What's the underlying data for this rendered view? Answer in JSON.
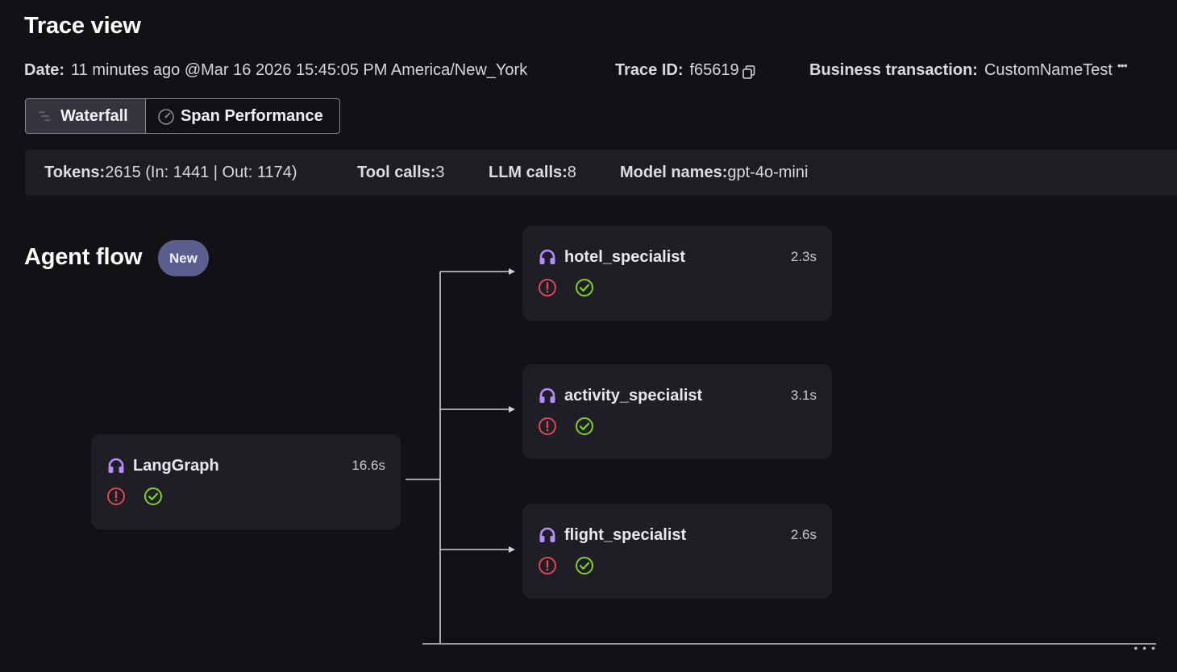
{
  "header": {
    "title": "Trace view"
  },
  "meta": {
    "date_label": "Date:",
    "date_value": "11 minutes ago @Mar 16 2026 15:45:05 PM America/New_York",
    "trace_label": "Trace ID:",
    "trace_value": "f65619",
    "business_label": "Business transaction:",
    "business_value": "CustomNameTest"
  },
  "tabs": [
    {
      "label": "Waterfall",
      "active": true,
      "icon": "waterfall-icon"
    },
    {
      "label": "Span Performance",
      "active": false,
      "icon": "gauge-icon"
    }
  ],
  "stats": {
    "tokens_label": "Tokens:",
    "tokens_value": "2615 (In: 1441 | Out: 1174)",
    "tool_calls_label": "Tool calls:",
    "tool_calls_value": "3",
    "llm_calls_label": "LLM calls:",
    "llm_calls_value": "8",
    "model_label": "Model names:",
    "model_value": "gpt-4o-mini"
  },
  "agent_flow": {
    "title": "Agent flow",
    "badge": "New",
    "nodes": [
      {
        "name": "LangGraph",
        "duration": "16.6s",
        "icon": "agent-headset-icon"
      },
      {
        "name": "hotel_specialist",
        "duration": "2.3s",
        "icon": "agent-headset-icon"
      },
      {
        "name": "activity_specialist",
        "duration": "3.1s",
        "icon": "agent-headset-icon"
      },
      {
        "name": "flight_specialist",
        "duration": "2.6s",
        "icon": "agent-headset-icon"
      }
    ]
  },
  "colors": {
    "background": "#121216",
    "node_bg": "#1e1e24",
    "error": "#e0455f",
    "ok": "#7ed321",
    "agent_icon": "#b48cff",
    "badge": "#5b5f8e"
  }
}
